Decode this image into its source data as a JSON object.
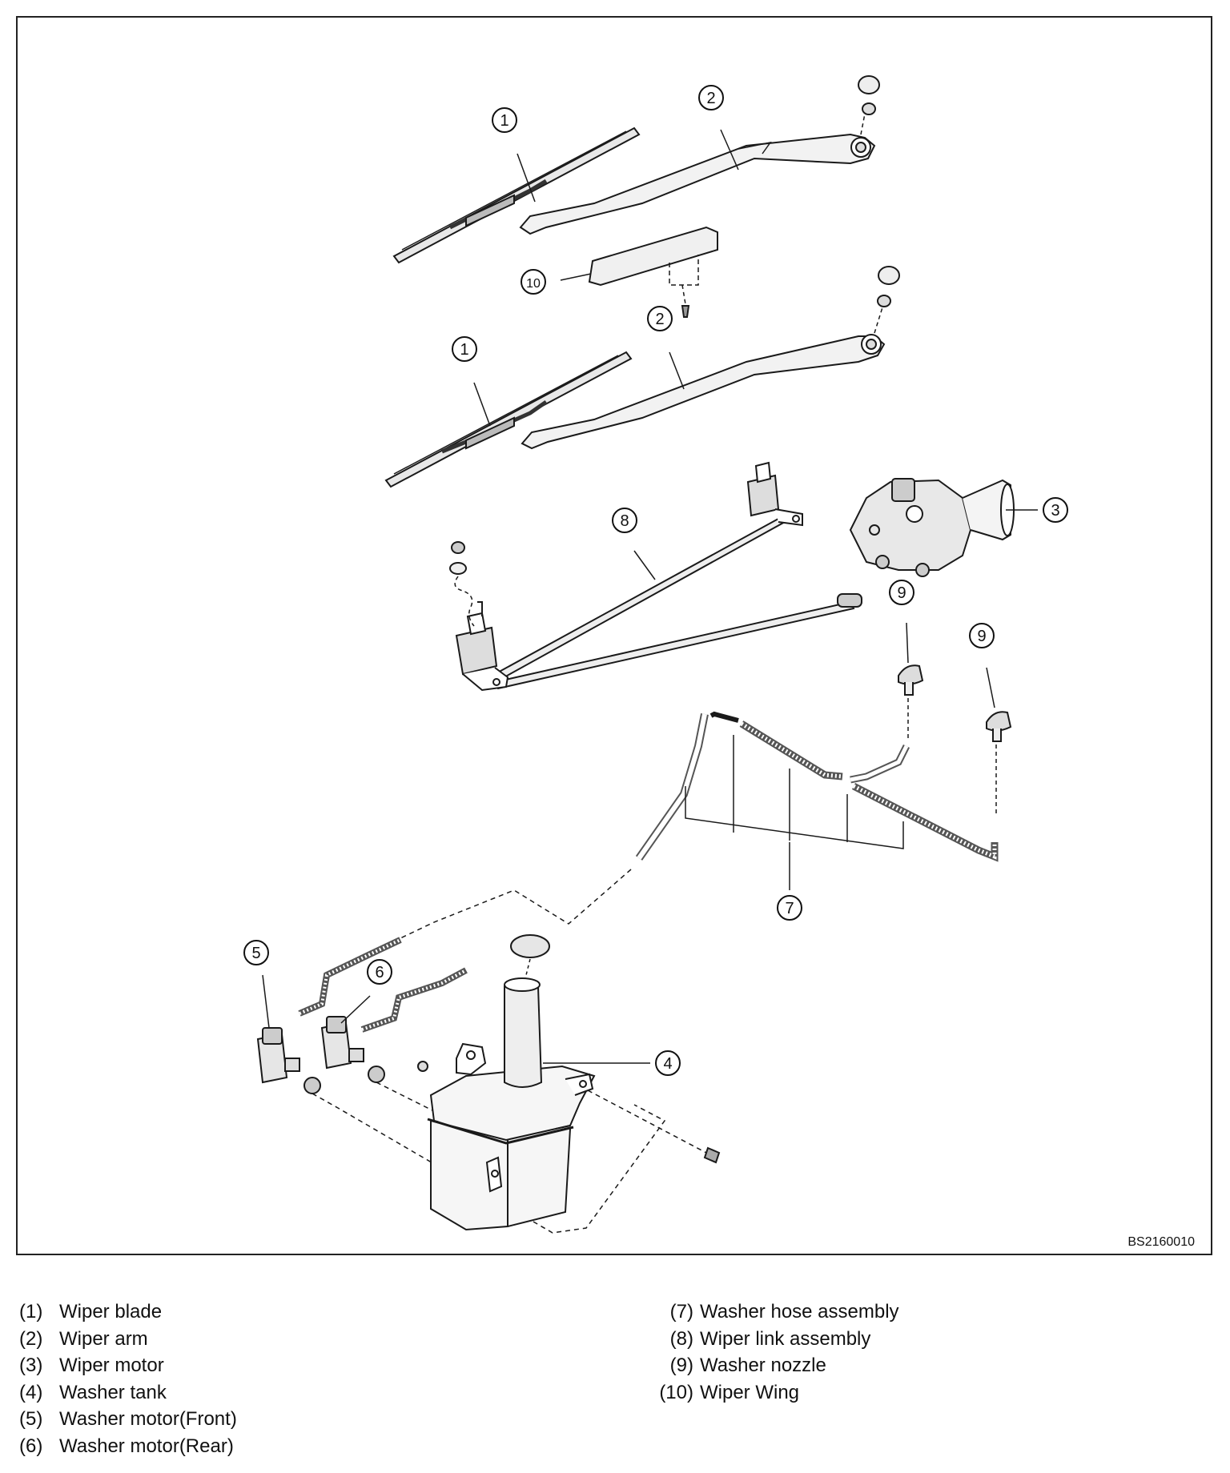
{
  "figure_code": "BS2160010",
  "callouts": [
    {
      "id": "c1a",
      "label": "1"
    },
    {
      "id": "c2a",
      "label": "2"
    },
    {
      "id": "c10",
      "label": "10"
    },
    {
      "id": "c1b",
      "label": "1"
    },
    {
      "id": "c2b",
      "label": "2"
    },
    {
      "id": "c3",
      "label": "3"
    },
    {
      "id": "c8",
      "label": "8"
    },
    {
      "id": "c9a",
      "label": "9"
    },
    {
      "id": "c9b",
      "label": "9"
    },
    {
      "id": "c7",
      "label": "7"
    },
    {
      "id": "c5",
      "label": "5"
    },
    {
      "id": "c6",
      "label": "6"
    },
    {
      "id": "c4",
      "label": "4"
    }
  ],
  "legend_left": [
    {
      "num": "(1)",
      "text": "Wiper blade"
    },
    {
      "num": "(2)",
      "text": "Wiper arm"
    },
    {
      "num": "(3)",
      "text": "Wiper motor"
    },
    {
      "num": "(4)",
      "text": "Washer tank"
    },
    {
      "num": "(5)",
      "text": "Washer motor(Front)"
    },
    {
      "num": "(6)",
      "text": "Washer motor(Rear)"
    }
  ],
  "legend_right": [
    {
      "num": "(7)",
      "text": "Washer hose assembly"
    },
    {
      "num": "(8)",
      "text": "Wiper link assembly"
    },
    {
      "num": "(9)",
      "text": "Washer nozzle"
    },
    {
      "num": "(10)",
      "text": "Wiper Wing"
    }
  ]
}
